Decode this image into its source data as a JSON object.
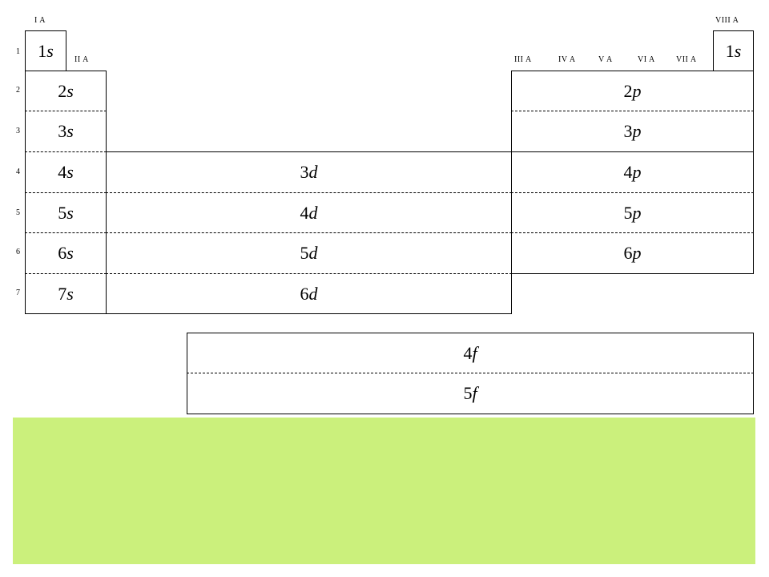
{
  "groups": {
    "g1": "I A",
    "g2": "II A",
    "g13": "III A",
    "g14": "IV A",
    "g15": "V A",
    "g16": "VI A",
    "g17": "VII A",
    "g18": "VIII A"
  },
  "periods": [
    "1",
    "2",
    "3",
    "4",
    "5",
    "6",
    "7"
  ],
  "orbitals": {
    "s": [
      {
        "n": "1",
        "l": "s"
      },
      {
        "n": "2",
        "l": "s"
      },
      {
        "n": "3",
        "l": "s"
      },
      {
        "n": "4",
        "l": "s"
      },
      {
        "n": "5",
        "l": "s"
      },
      {
        "n": "6",
        "l": "s"
      },
      {
        "n": "7",
        "l": "s"
      }
    ],
    "he": {
      "n": "1",
      "l": "s"
    },
    "d": [
      {
        "n": "3",
        "l": "d"
      },
      {
        "n": "4",
        "l": "d"
      },
      {
        "n": "5",
        "l": "d"
      },
      {
        "n": "6",
        "l": "d"
      }
    ],
    "p": [
      {
        "n": "2",
        "l": "p"
      },
      {
        "n": "3",
        "l": "p"
      },
      {
        "n": "4",
        "l": "p"
      },
      {
        "n": "5",
        "l": "p"
      },
      {
        "n": "6",
        "l": "p"
      }
    ],
    "f": [
      {
        "n": "4",
        "l": "f"
      },
      {
        "n": "5",
        "l": "f"
      }
    ]
  },
  "colors": {
    "background": "#ffffff",
    "green_block": "#cbf07c",
    "line": "#000000"
  }
}
